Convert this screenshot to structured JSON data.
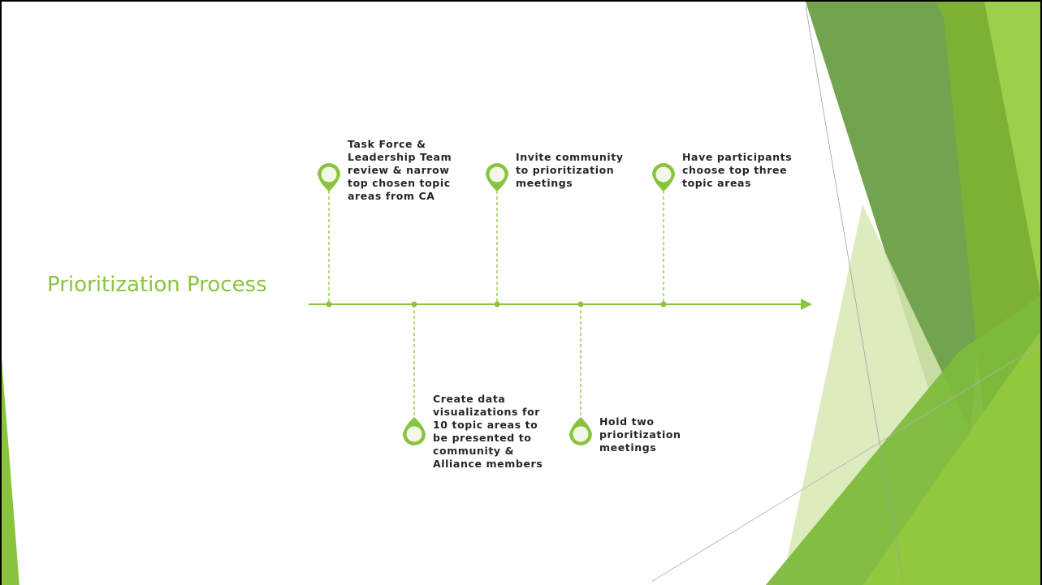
{
  "slide": {
    "title": "Prioritization Process"
  },
  "colors": {
    "accent": "#8ac43f",
    "dark_green": "#5e9c3a",
    "light_green": "#d7e8b4",
    "bright_green": "#92c83e",
    "text": "#262626"
  },
  "timeline": {
    "steps": [
      {
        "text": "Task Force &\nLeadership Team\nreview & narrow\ntop chosen topic\nareas from CA",
        "position": "above"
      },
      {
        "text": "Create data\nvisualizations for\n10 topic areas to\nbe presented to\ncommunity &\nAlliance members",
        "position": "below"
      },
      {
        "text": "Invite community\nto prioritization\nmeetings",
        "position": "above"
      },
      {
        "text": "Hold two\nprioritization\nmeetings",
        "position": "below"
      },
      {
        "text": "Have participants\nchoose top three\ntopic areas",
        "position": "above"
      }
    ]
  }
}
